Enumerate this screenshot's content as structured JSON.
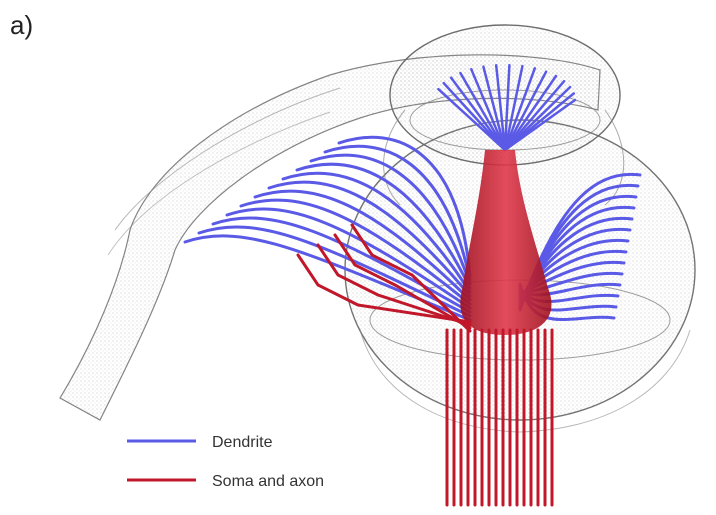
{
  "panel_label": "a)",
  "legend": [
    {
      "label": "Dendrite",
      "color": "#5a5ae6"
    },
    {
      "label": "Soma and axon",
      "color": "#c0182a"
    }
  ],
  "colors": {
    "mesh": "#8a8a8a",
    "dendrite": "#5a5ae6",
    "soma_axon": "#c0182a"
  }
}
